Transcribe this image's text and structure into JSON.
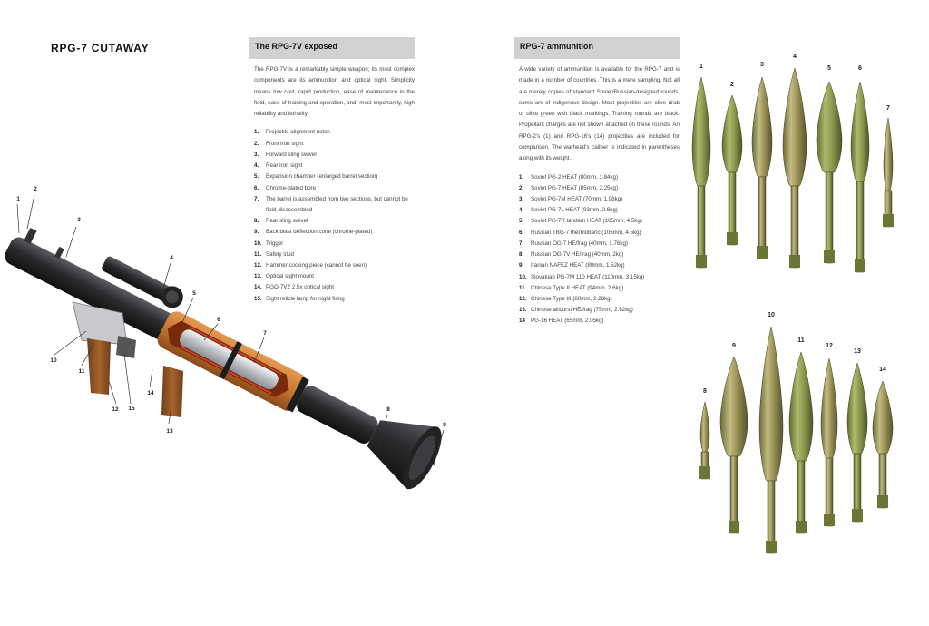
{
  "page_title": "RPG-7 CUTAWAY",
  "exposed": {
    "heading": "The RPG-7V exposed",
    "intro": "The RPG-7V is a remarkably simple weapon; its most complex components are its ammunition and optical sight. Simplicity means low cost, rapid production, ease of maintenance in the field, ease of training and operation, and, most importantly, high reliability and lethality.",
    "items": [
      {
        "num": "1.",
        "text": "Projectile alignment notch"
      },
      {
        "num": "2.",
        "text": "Front iron sight"
      },
      {
        "num": "3.",
        "text": "Forward sling swivel"
      },
      {
        "num": "4.",
        "text": "Rear iron sight"
      },
      {
        "num": "5.",
        "text": "Expansion chamber (enlarged barrel section)"
      },
      {
        "num": "6.",
        "text": "Chrome-plated bore"
      },
      {
        "num": "7.",
        "text": "The barrel is assembled from two sections, but cannot be field-disassembled"
      },
      {
        "num": "8.",
        "text": "Rear sling swivel"
      },
      {
        "num": "9.",
        "text": "Back blast deflection cone (chrome-plated)"
      },
      {
        "num": "10.",
        "text": "Trigger"
      },
      {
        "num": "11.",
        "text": "Safety stud"
      },
      {
        "num": "12.",
        "text": "Hammer cocking piece (cannot be seen)"
      },
      {
        "num": "13.",
        "text": "Optical sight mount"
      },
      {
        "num": "14.",
        "text": "PGO-7VZ 2.5x optical sight"
      },
      {
        "num": "15.",
        "text": "Sight reticle lamp for night firing"
      }
    ]
  },
  "ammunition": {
    "heading": "RPG-7 ammunition",
    "intro": "A wide variety of ammunition is available for the RPG-7 and is made in a number of countries. This is a mere sampling. Not all are merely copies of standard Soviet/Russian-designed rounds, some are of indigenous design. Most projectiles are olive drab or olive green with black markings. Training rounds are black. Propellant charges are not shown attached on these rounds. An RPG-2's (1) and RPG-16's (14) projectiles are included for comparison. The warhead's caliber is indicated in parentheses along with its weight.",
    "items": [
      {
        "num": "1.",
        "text": "Soviet PG-2 HEAT (80mm, 1.84kg)"
      },
      {
        "num": "2.",
        "text": "Soviet PG-7 HEAT (85mm, 2.25kg)"
      },
      {
        "num": "3.",
        "text": "Soviet PG-7M HEAT (70mm, 1.98kg)"
      },
      {
        "num": "4.",
        "text": "Soviet PG-7L HEAT (93mm, 2.6kg)"
      },
      {
        "num": "5.",
        "text": "Soviet PG-7R tandem HEAT (105mm, 4.5kg)"
      },
      {
        "num": "6.",
        "text": "Russian TBG-7 thermobaric (105mm, 4.5kg)"
      },
      {
        "num": "7.",
        "text": "Russian OG-7 HE/frag (40mm, 1.76kg)"
      },
      {
        "num": "8.",
        "text": "Russian OG-7V HE/frag (40mm, 2kg)"
      },
      {
        "num": "9.",
        "text": "Iranian NAFEZ HEAT (80mm, 1.52kg)"
      },
      {
        "num": "10.",
        "text": "Slovakian PG-7M 110 HEAT (110mm, 3.15kg)"
      },
      {
        "num": "11.",
        "text": "Chinese Type II HEAT (94mm, 2.6kg)"
      },
      {
        "num": "12.",
        "text": "Chinese Type III (80mm, 2.26kg)"
      },
      {
        "num": "13.",
        "text": "Chinese airburst HE/frag (75mm, 2.62kg)"
      },
      {
        "num": "14",
        "text": "PG-16 HEAT (65mm, 2.05kg)"
      }
    ]
  },
  "cutaway_callouts": [
    "1",
    "2",
    "3",
    "4",
    "5",
    "6",
    "7",
    "8",
    "9",
    "10",
    "11",
    "12",
    "13",
    "14",
    "15"
  ],
  "round_labels": [
    "1",
    "2",
    "3",
    "4",
    "5",
    "6",
    "7",
    "8",
    "9",
    "10",
    "11",
    "12",
    "13",
    "14"
  ],
  "colors": {
    "panel_header": "#cfd1d3",
    "barrel_black": "#2a2b2d",
    "wood": "#c9772f",
    "olive": "#8e9a4f"
  }
}
